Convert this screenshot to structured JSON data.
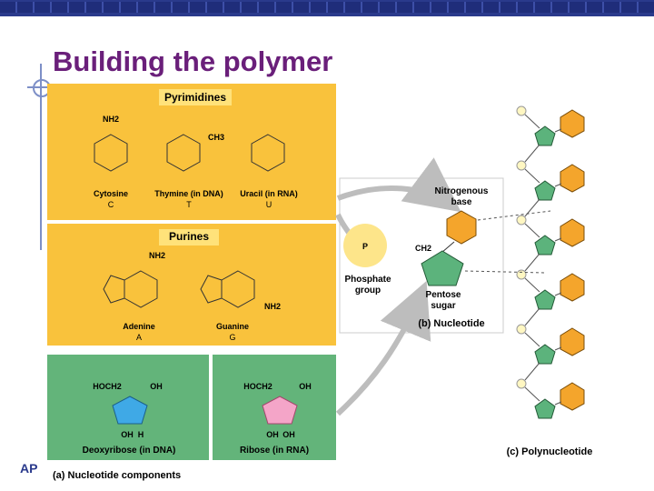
{
  "slide": {
    "title": "Building the polymer",
    "footer_tag": "AP"
  },
  "colors": {
    "title": "#6a1f7a",
    "panel_yellow": "#f9c23c",
    "panel_green": "#63b47a",
    "hex_orange": "#f4a52c",
    "pentagon_green": "#5cb37c",
    "phosphate_yellow": "#fde58a",
    "deoxyribose_blue": "#3fa9e6",
    "ribose_pink": "#f4a5c8"
  },
  "pyrimidines": {
    "heading": "Pyrimidines",
    "cytosine": {
      "name": "Cytosine",
      "letter": "C",
      "substituent": "NH2"
    },
    "thymine": {
      "name": "Thymine (in DNA)",
      "letter": "T",
      "substituent": "CH3"
    },
    "uracil": {
      "name": "Uracil (in RNA)",
      "letter": "U"
    }
  },
  "purines": {
    "heading": "Purines",
    "adenine": {
      "name": "Adenine",
      "letter": "A",
      "substituent": "NH2"
    },
    "guanine": {
      "name": "Guanine",
      "letter": "G",
      "substituent": "NH2"
    }
  },
  "sugars": {
    "deoxyribose": "Deoxyribose (in DNA)",
    "ribose": "Ribose (in RNA)",
    "hoch2": "HOCH2",
    "oh": "OH",
    "h": "H"
  },
  "nucleotide": {
    "base_label": "Nitrogenous base",
    "base_label_line1": "Nitrogenous",
    "base_label_line2": "base",
    "phosphate_label_line1": "Phosphate",
    "phosphate_label_line2": "group",
    "sugar_label_line1": "Pentose",
    "sugar_label_line2": "sugar",
    "ch2": "CH2",
    "caption": "(b) Nucleotide"
  },
  "captions": {
    "components": "(a) Nucleotide components",
    "polynucleotide": "(c) Polynucleotide"
  }
}
